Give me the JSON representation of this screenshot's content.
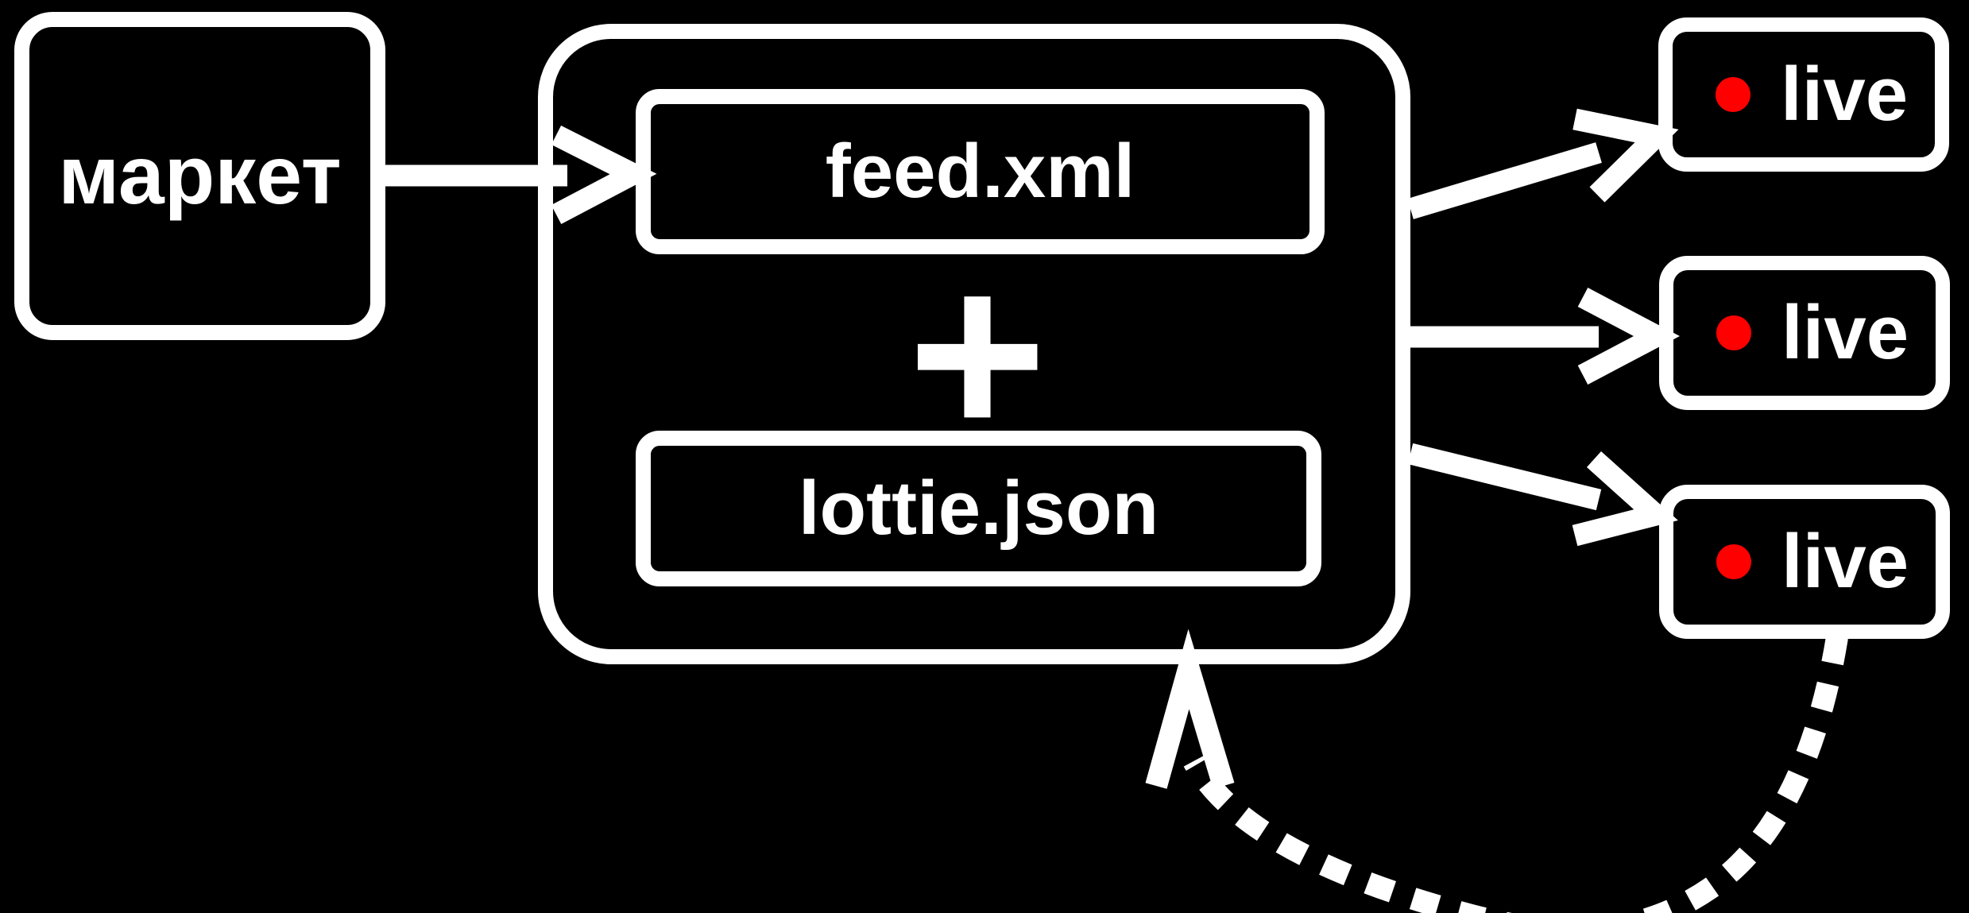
{
  "diagram": {
    "market_node": {
      "label": "маркет"
    },
    "pipeline_container": {
      "feed_node": {
        "label": "feed.xml"
      },
      "plus_symbol": "+",
      "lottie_node": {
        "label": "lottie.json"
      }
    },
    "live_badges": [
      {
        "dot_icon": "record-dot",
        "label": "live"
      },
      {
        "dot_icon": "record-dot",
        "label": "live"
      },
      {
        "dot_icon": "record-dot",
        "label": "live"
      }
    ],
    "edges": {
      "market_to_feed": "solid-arrow",
      "container_to_live_1": "solid-arrow",
      "container_to_live_2": "solid-arrow",
      "container_to_live_3": "solid-arrow",
      "live_3_to_container_feedback": "dashed-arrow"
    },
    "colors": {
      "background": "#000000",
      "stroke": "#ffffff",
      "record_dot": "#ff0000"
    }
  }
}
